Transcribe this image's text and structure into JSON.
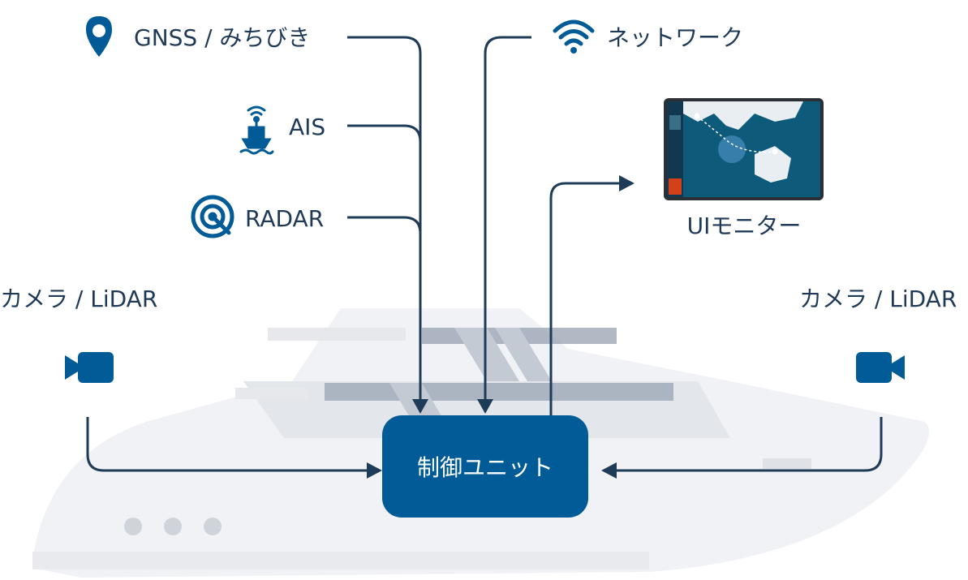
{
  "inputs": {
    "gnss": {
      "label": "GNSS / みちびき",
      "icon": "location-pin-icon"
    },
    "ais": {
      "label": "AIS",
      "icon": "ship-transponder-icon"
    },
    "radar": {
      "label": "RADAR",
      "icon": "radar-icon"
    },
    "network": {
      "label": "ネットワーク",
      "icon": "wifi-icon"
    },
    "camera_left": {
      "label": "カメラ / LiDAR",
      "icon": "camera-icon"
    },
    "camera_right": {
      "label": "カメラ / LiDAR",
      "icon": "camera-icon"
    }
  },
  "control_unit": {
    "label": "制御ユニット"
  },
  "output": {
    "label": "UIモニター",
    "icon": "tablet-map-icon"
  },
  "colors": {
    "primary": "#005b96",
    "line": "#1e3b58",
    "unit_fill": "#005b96",
    "background_boat": "#eceef2",
    "boat_stripe": "#8a97a8"
  }
}
